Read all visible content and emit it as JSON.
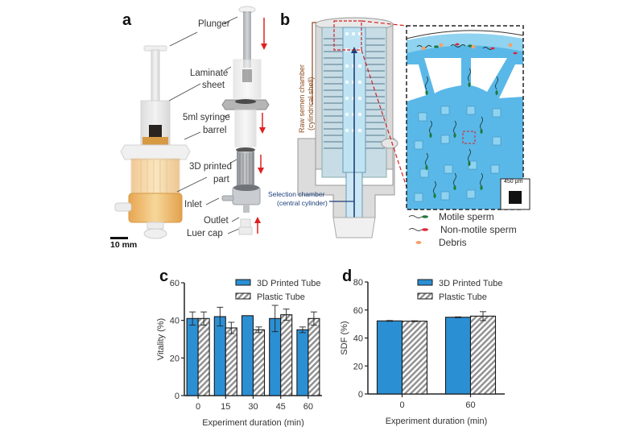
{
  "figure": {
    "panel_a": {
      "letter": "a",
      "labels": [
        "Plunger",
        "Laminate sheet",
        "5ml syringe barrel",
        "3D printed part",
        "Inlet",
        "Outlet",
        "Luer cap"
      ],
      "label_lines": {
        "plunger": "Plunger",
        "laminate_1": "Laminate",
        "laminate_2": "sheet",
        "syringe_1": "5ml syringe",
        "syringe_2": "barrel",
        "printed_1": "3D printed",
        "printed_2": "part",
        "inlet": "Inlet",
        "outlet": "Outlet",
        "luer": "Luer cap"
      },
      "scale_bar": "10 mm",
      "colors": {
        "arrow": "#e02020",
        "fluid": "#e8b560",
        "plastic": "#e6e6e6",
        "printed_part": "#a9aeb2"
      }
    },
    "panel_b": {
      "letter": "b",
      "raw_chamber_1": "Raw semen chamber",
      "raw_chamber_2": "(cylindrical shell)",
      "selection_1": "Selection chamber",
      "selection_2": "(central cylinder)",
      "scale_bar": "450 µm",
      "legend": [
        {
          "label": "Motile sperm",
          "color": "#1e7a3c"
        },
        {
          "label": "Non-motile sperm",
          "color": "#e0253a"
        },
        {
          "label": "Debris",
          "color": "#f4a06a"
        }
      ],
      "colors": {
        "channel": "#8fd3f0",
        "bulk": "#5ab8e8",
        "outline_brown": "#8a4a1c",
        "zoom_box": "#d42020"
      }
    }
  },
  "chart_data": [
    {
      "panel": "c",
      "type": "bar",
      "title": "",
      "xlabel": "Experiment duration (min)",
      "ylabel": "Vitality (%)",
      "categories": [
        "0",
        "15",
        "30",
        "45",
        "60"
      ],
      "ylim": [
        0,
        60
      ],
      "yticks": [
        "0",
        "20",
        "40",
        "60"
      ],
      "legend_position": "top-right",
      "grid": false,
      "series": [
        {
          "name": "3D Printed Tube",
          "pattern": "solid",
          "color": "#2b8fd4",
          "values": [
            41,
            42,
            42.5,
            41,
            35
          ],
          "errors": [
            3.5,
            5,
            0,
            7,
            1.5
          ]
        },
        {
          "name": "Plastic Tube",
          "pattern": "hatched",
          "color": "#9a9a9a",
          "values": [
            41,
            36,
            35,
            43,
            41
          ],
          "errors": [
            3.5,
            3,
            1.5,
            3,
            3.5
          ]
        }
      ]
    },
    {
      "panel": "d",
      "type": "bar",
      "title": "",
      "xlabel": "Experiment duration (min)",
      "ylabel": "SDF (%)",
      "categories": [
        "0",
        "60"
      ],
      "ylim": [
        0,
        80
      ],
      "yticks": [
        "0",
        "20",
        "40",
        "60",
        "80"
      ],
      "legend_position": "top-right",
      "grid": false,
      "series": [
        {
          "name": "3D Printed Tube",
          "pattern": "solid",
          "color": "#2b8fd4",
          "values": [
            52.2,
            54.8
          ],
          "errors": [
            0.3,
            0.3
          ]
        },
        {
          "name": "Plastic Tube",
          "pattern": "hatched",
          "color": "#9a9a9a",
          "values": [
            52.0,
            55.6
          ],
          "errors": [
            0.3,
            3.2
          ]
        }
      ]
    }
  ],
  "panel_c_letter": "c",
  "panel_d_letter": "d"
}
